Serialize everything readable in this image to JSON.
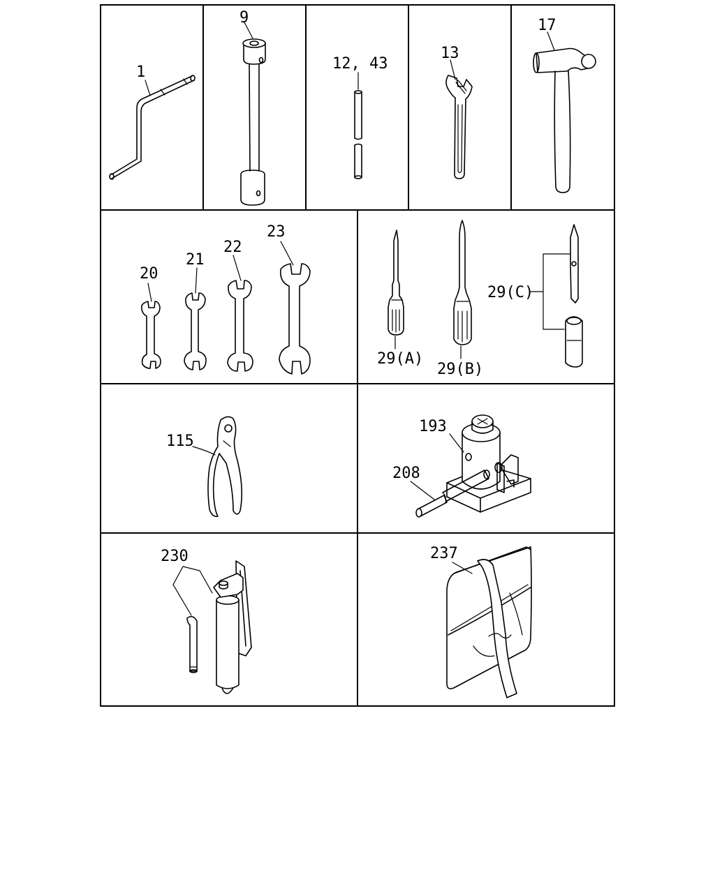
{
  "labels": {
    "p1": "1",
    "p9": "9",
    "p12_43": "12, 43",
    "p13": "13",
    "p17": "17",
    "p20": "20",
    "p21": "21",
    "p22": "22",
    "p23": "23",
    "p29a": "29(A)",
    "p29b": "29(B)",
    "p29c": "29(C)",
    "p115": "115",
    "p193": "193",
    "p208": "208",
    "p230": "230",
    "p237": "237"
  }
}
